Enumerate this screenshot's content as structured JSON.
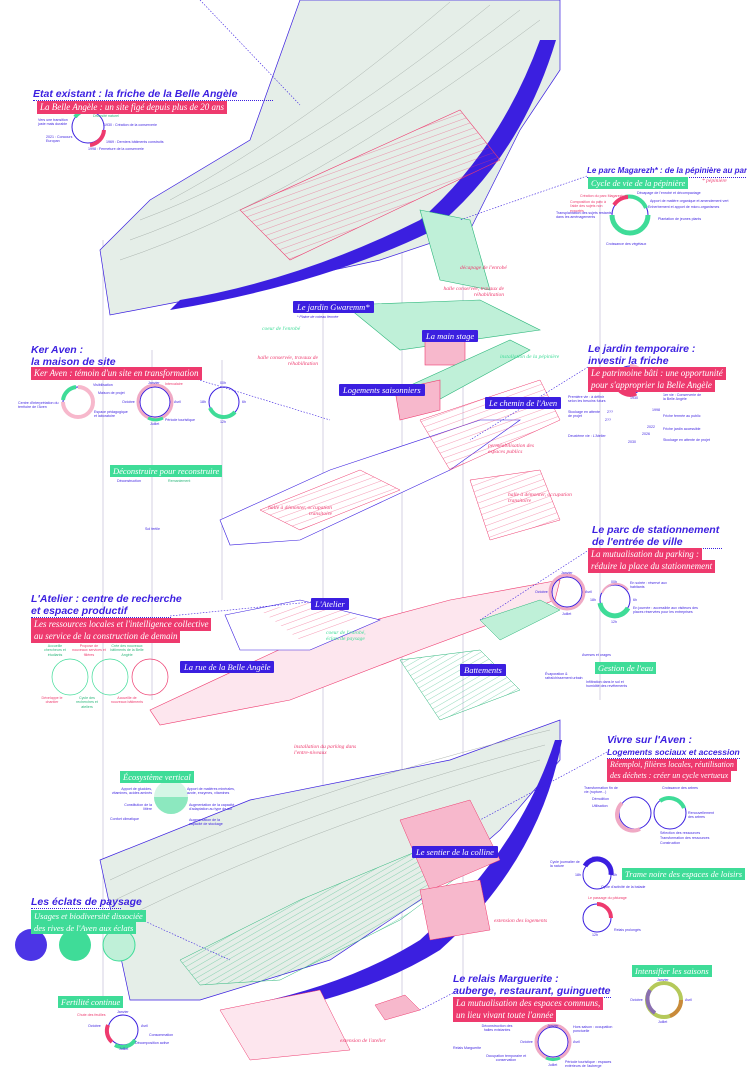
{
  "colors": {
    "accent": "#3b1fe0",
    "pink": "#ee3a6e",
    "green": "#3fdc98",
    "terrain": "#e5eee8"
  },
  "etat": {
    "title": "Etat existant : la friche de la Belle Angèle",
    "banner": "La Belle Angèle : un site figé depuis plus de 20 ans",
    "labels": [
      "Diversité naturel",
      "Vers une transition juste mais durable",
      "1930 : Création de la conserverie",
      "1969 : Derniers bâtiments construits",
      "2021 : Concours Europan",
      "1998 : Fermeture de la conserverie"
    ]
  },
  "magarezh": {
    "title": "Le parc Magarezh* : de la pépinière au parc",
    "footnote": "* pépinière",
    "banner": "Cycle de vie de la pépinière",
    "labels": [
      "Création du parc Magarezh",
      "Composition du parc à l'aide des sujets non exportés",
      "Transplantation des sujets restants dans les aménagements",
      "Décapage de l'enrobé et décompactage",
      "Apport de matière organique et amendement vert",
      "Enherbement et apport de micro-organismes",
      "Plantation de jeunes plants",
      "Croissance des végétaux"
    ]
  },
  "keraven": {
    "title1": "Ker Aven :",
    "title2": "la maison de site",
    "banner": "Ker Aven : témoin d'un site en transformation",
    "labels": [
      "Visibilisation",
      "Maison de projet",
      "Centre d'interprétation du territoire de l'Aven",
      "Espace pédagogique et laboratoire"
    ],
    "year": [
      "Janvier",
      "Avril",
      "Juillet",
      "Octobre",
      "Intercalaire",
      "Période touristique"
    ],
    "day": [
      "00h",
      "6h",
      "12h",
      "18h"
    ]
  },
  "jardin": {
    "title1": "Le jardin temporaire :",
    "title2": "investir la friche",
    "banner1": "Le patrimoine bâti : une opportunité",
    "banner2": "pour s'approprier la Belle Angèle",
    "labels": [
      "Première vie : à définir selon les besoins futurs",
      "Stockage en attente de projet",
      "Deuxième vie : L'Atelier",
      "1er vie : Conserverie de la Belle Angèle",
      "Friche fermée au public",
      "Friche jardin accessible",
      "Stockage en attente de projet"
    ],
    "years": [
      "1930",
      "1998",
      "2022",
      "2026",
      "2030",
      "2??",
      "2??"
    ]
  },
  "deconstruire": {
    "banner": "Déconstruire pour reconstruire",
    "labels": [
      "Déconstruction",
      "Remaniement",
      "Sol fertile"
    ]
  },
  "stationnement": {
    "title1": "Le parc de stationnement",
    "title2": "de l'entrée de ville",
    "banner1": "La mutualisation du parking :",
    "banner2": "réduire la place du stationnement",
    "year": [
      "Janvier",
      "Avril",
      "Juillet",
      "Octobre"
    ],
    "day": [
      "00h",
      "6h",
      "12h",
      "18h"
    ],
    "labels": [
      "En soirée : réservé aux habitants",
      "En journée : accessible aux visiteurs des places réservées pour les entreprises"
    ],
    "eau_banner": "Gestion de l'eau",
    "eau": [
      "Averses et orages",
      "Évaporation & rafraîchissement urbain",
      "Infiltration dans le sol et humidité des revêtements"
    ]
  },
  "atelier": {
    "title1": "L'Atelier : centre de recherche",
    "title2": "et espace productif",
    "banner1": "Les ressources locales et l'intelligence collective",
    "banner2": "au service de la construction de demain",
    "labels": [
      "Accueille chercheurs et étudiants",
      "Propose de nouveaux services et filières",
      "Crée des nouveaux bâtiments de la Belle Angèle",
      "Développe le chantier",
      "Cycle des recherches et ateliers",
      "Accueille de nouveaux bâtiments"
    ]
  },
  "ecosysteme": {
    "banner": "Écosystème vertical",
    "labels": [
      "Apport de glucides, vitamines, acides aminés",
      "Constitution de la litière",
      "Confort climatique",
      "Apport de matières minérales, azote, enzymes, vitamines",
      "Augmentation de la capacité d'adaptation au type de sol",
      "Augmentation de la capacité de stockage"
    ]
  },
  "vivre": {
    "title1": "Vivre sur l'Aven :",
    "title2": "Logements sociaux et accession",
    "banner1": "Réemploi, filières locales, réutilisation",
    "banner2": "des déchets : créer un cycle vertueux",
    "labels": [
      "Transformation fin de vie (rupture...)",
      "Démolition",
      "Utilisation",
      "Croissance des arbres",
      "Renouvellement des arbres",
      "Sélection des ressources",
      "Transformation des ressources",
      "Construction"
    ]
  },
  "trame": {
    "banner": "Trame noire des espaces de loisirs",
    "labels": [
      "Cycle journalier de la nature",
      "Cycle d'activité de la balade",
      "Le passage du pâturage",
      "Relais prolongés"
    ],
    "day": [
      "00h",
      "6h",
      "12h",
      "18h"
    ]
  },
  "eclats": {
    "title": "Les éclats de paysage",
    "banner1": "Usages et biodiversité dissociée",
    "banner2": "des rives de l'Aven aux éclats"
  },
  "fertilite": {
    "banner": "Fertilité continue",
    "labels": [
      "Janvier",
      "Avril",
      "Juillet",
      "Octobre",
      "Chute des feuilles",
      "Consommation",
      "Décomposition active"
    ]
  },
  "relais": {
    "title1": "Le relais Marguerite :",
    "title2": "auberge, restaurant, guinguette",
    "banner1": "La mutualisation des espaces communs,",
    "banner2": "un lieu vivant toute l'année",
    "labels": [
      "Déconstruction des halles existantes",
      "Relais Marguerite",
      "Occupation temporaire et conservation",
      "Hors saison : occupation ponctuelle",
      "Période touristique : espaces extérieurs de l'auberge"
    ],
    "year": [
      "Janvier",
      "Avril",
      "Juillet",
      "Octobre"
    ]
  },
  "saisons": {
    "banner": "Intensifier les saisons",
    "year": [
      "Janvier",
      "Avril",
      "Juillet",
      "Octobre"
    ]
  },
  "map_tags": [
    "Le jardin Gwaremm*",
    "* Plaine de coteau fermée",
    "La main stage",
    "Logements saisonniers",
    "Le chemin de l'Aven",
    "L'Atelier",
    "Battements",
    "La rue de la Belle Angèle",
    "Le sentier de la colline"
  ],
  "map_notes": [
    "décapage de l'enrobé",
    "halle conservée, travaux de réhabilitation",
    "coeur de l'enrobé",
    "halle conservée, travaux de réhabilitation",
    "installation de la pépinière",
    "perméabilisation des espaces publics",
    "halle à démonter, occupation transitoire",
    "halle à démonter, occupation transitoire",
    "coeur de l'enrobé, éclats de paysage",
    "installation du parking dans l'entre-niveaux",
    "extension des logements",
    "extension de l'atelier"
  ]
}
